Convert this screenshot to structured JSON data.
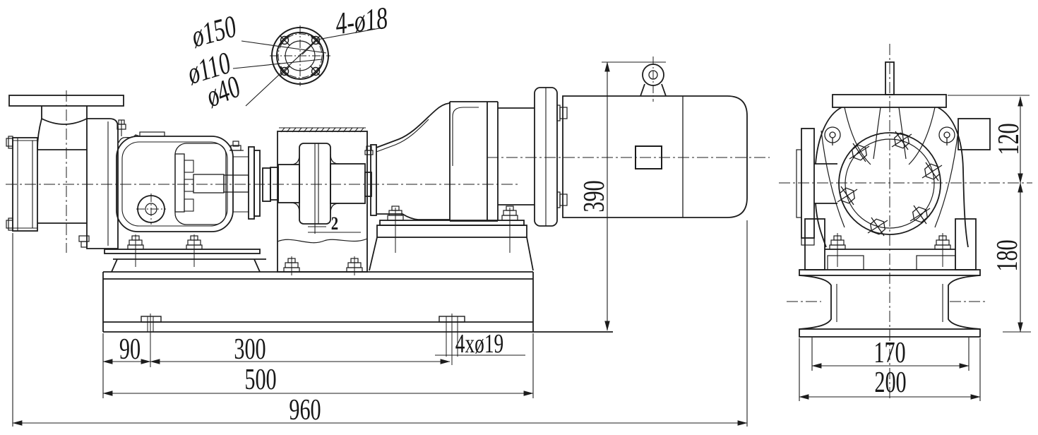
{
  "drawing": {
    "kind": "pump-gearmotor-assembly-outline-drawing",
    "colors": {
      "line": "#1c1c1c",
      "background": "#ffffff"
    },
    "flange_detail": {
      "outer_diameter": "ø150",
      "bolt_circle": "ø110",
      "bore": "ø40",
      "bolt_holes": "4-ø18"
    },
    "front_view": {
      "coupling_item": "2",
      "height_390": "390",
      "bolt_offset_90": "90",
      "bolt_spacing_300": "300",
      "anchor_holes": "4xø19",
      "base_length_500": "500",
      "overall_length_960": "960"
    },
    "side_view": {
      "top_to_center_120": "120",
      "center_to_base_180": "180",
      "foot_width_170": "170",
      "base_width_200": "200"
    }
  }
}
